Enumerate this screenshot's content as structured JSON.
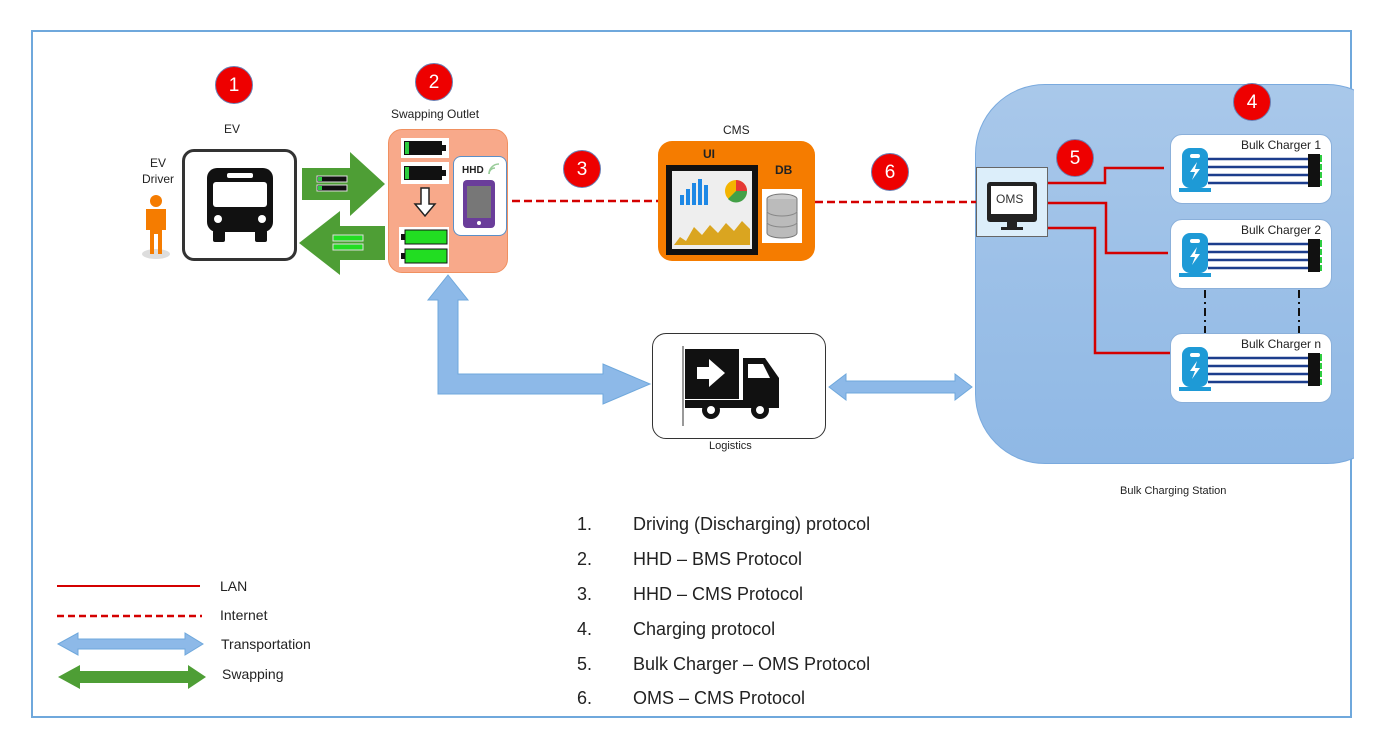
{
  "diagram": {
    "labels": {
      "ev": "EV",
      "ev_driver": "EV Driver",
      "swapping_outlet": "Swapping Outlet",
      "hhd": "HHD",
      "cms": "CMS",
      "ui": "UI",
      "db": "DB",
      "oms": "OMS",
      "logistics": "Logistics",
      "bulk_charging_station": "Bulk Charging Station"
    },
    "badges": [
      "1",
      "2",
      "3",
      "4",
      "5",
      "6"
    ],
    "chargers": [
      "Bulk Charger 1",
      "Bulk Charger 2",
      "Bulk Charger n"
    ],
    "legend": [
      {
        "label": "LAN",
        "style": "solid-line",
        "color": "#d40000"
      },
      {
        "label": "Internet",
        "style": "dashed-line",
        "color": "#d40000"
      },
      {
        "label": "Transportation",
        "style": "double-arrow",
        "color": "#8db9e8"
      },
      {
        "label": "Swapping",
        "style": "double-arrow",
        "color": "#4e9e35"
      }
    ],
    "protocols": [
      {
        "num": "1.",
        "text": "Driving (Discharging) protocol"
      },
      {
        "num": "2.",
        "text": "HHD – BMS Protocol"
      },
      {
        "num": "3.",
        "text": "HHD – CMS Protocol"
      },
      {
        "num": "4.",
        "text": "Charging protocol"
      },
      {
        "num": "5.",
        "text": "Bulk Charger – OMS Protocol"
      },
      {
        "num": "6.",
        "text": "OMS – CMS Protocol"
      }
    ],
    "colors": {
      "badge": "#ee0000",
      "lan": "#d40000",
      "cms_box": "#f57c00",
      "swapping_box": "#f8a98a",
      "station": "#9fc2e8",
      "charger_icon": "#1e9ad6",
      "swap_arrow": "#4e9e35",
      "transport_arrow": "#8db9e8"
    }
  }
}
